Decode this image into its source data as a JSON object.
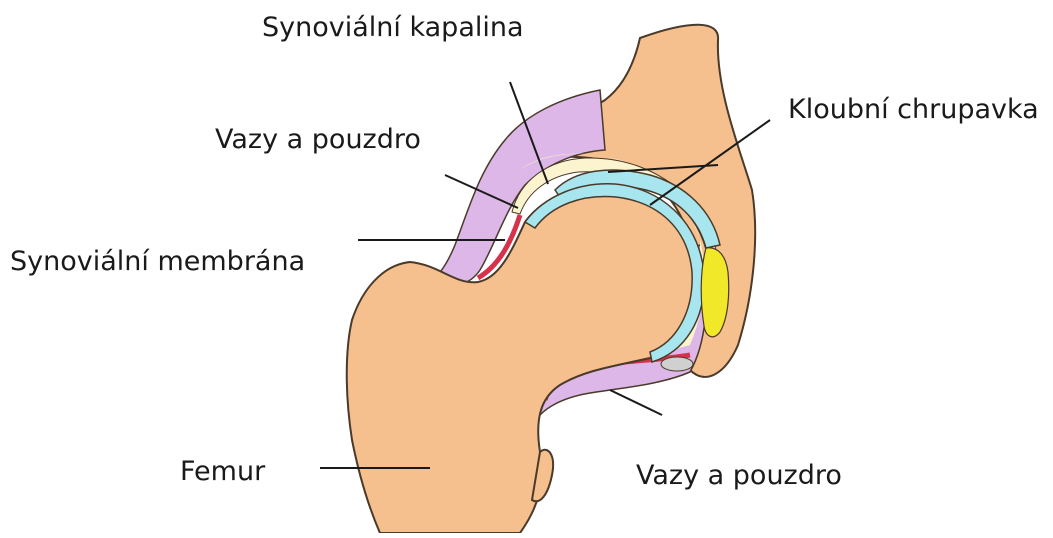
{
  "labels": {
    "synovial_fluid": "Synoviální kapalina",
    "ligaments_capsule_top": "Vazy a pouzdro",
    "synovial_membrane": "Synoviální membrána",
    "articular_cartilage": "Kloubní chrupavka",
    "femur": "Femur",
    "ligaments_capsule_bottom": "Vazy a pouzdro"
  },
  "colors": {
    "bone": "#f6c08e",
    "bone_outline": "#4a3a2a",
    "cartilage": "#a7e6ee",
    "synovial_fluid": "#fbf4cf",
    "synovial_membrane": "#d8314a",
    "ligaments": "#dcb7e8",
    "fat_pad": "#f2e82a"
  }
}
